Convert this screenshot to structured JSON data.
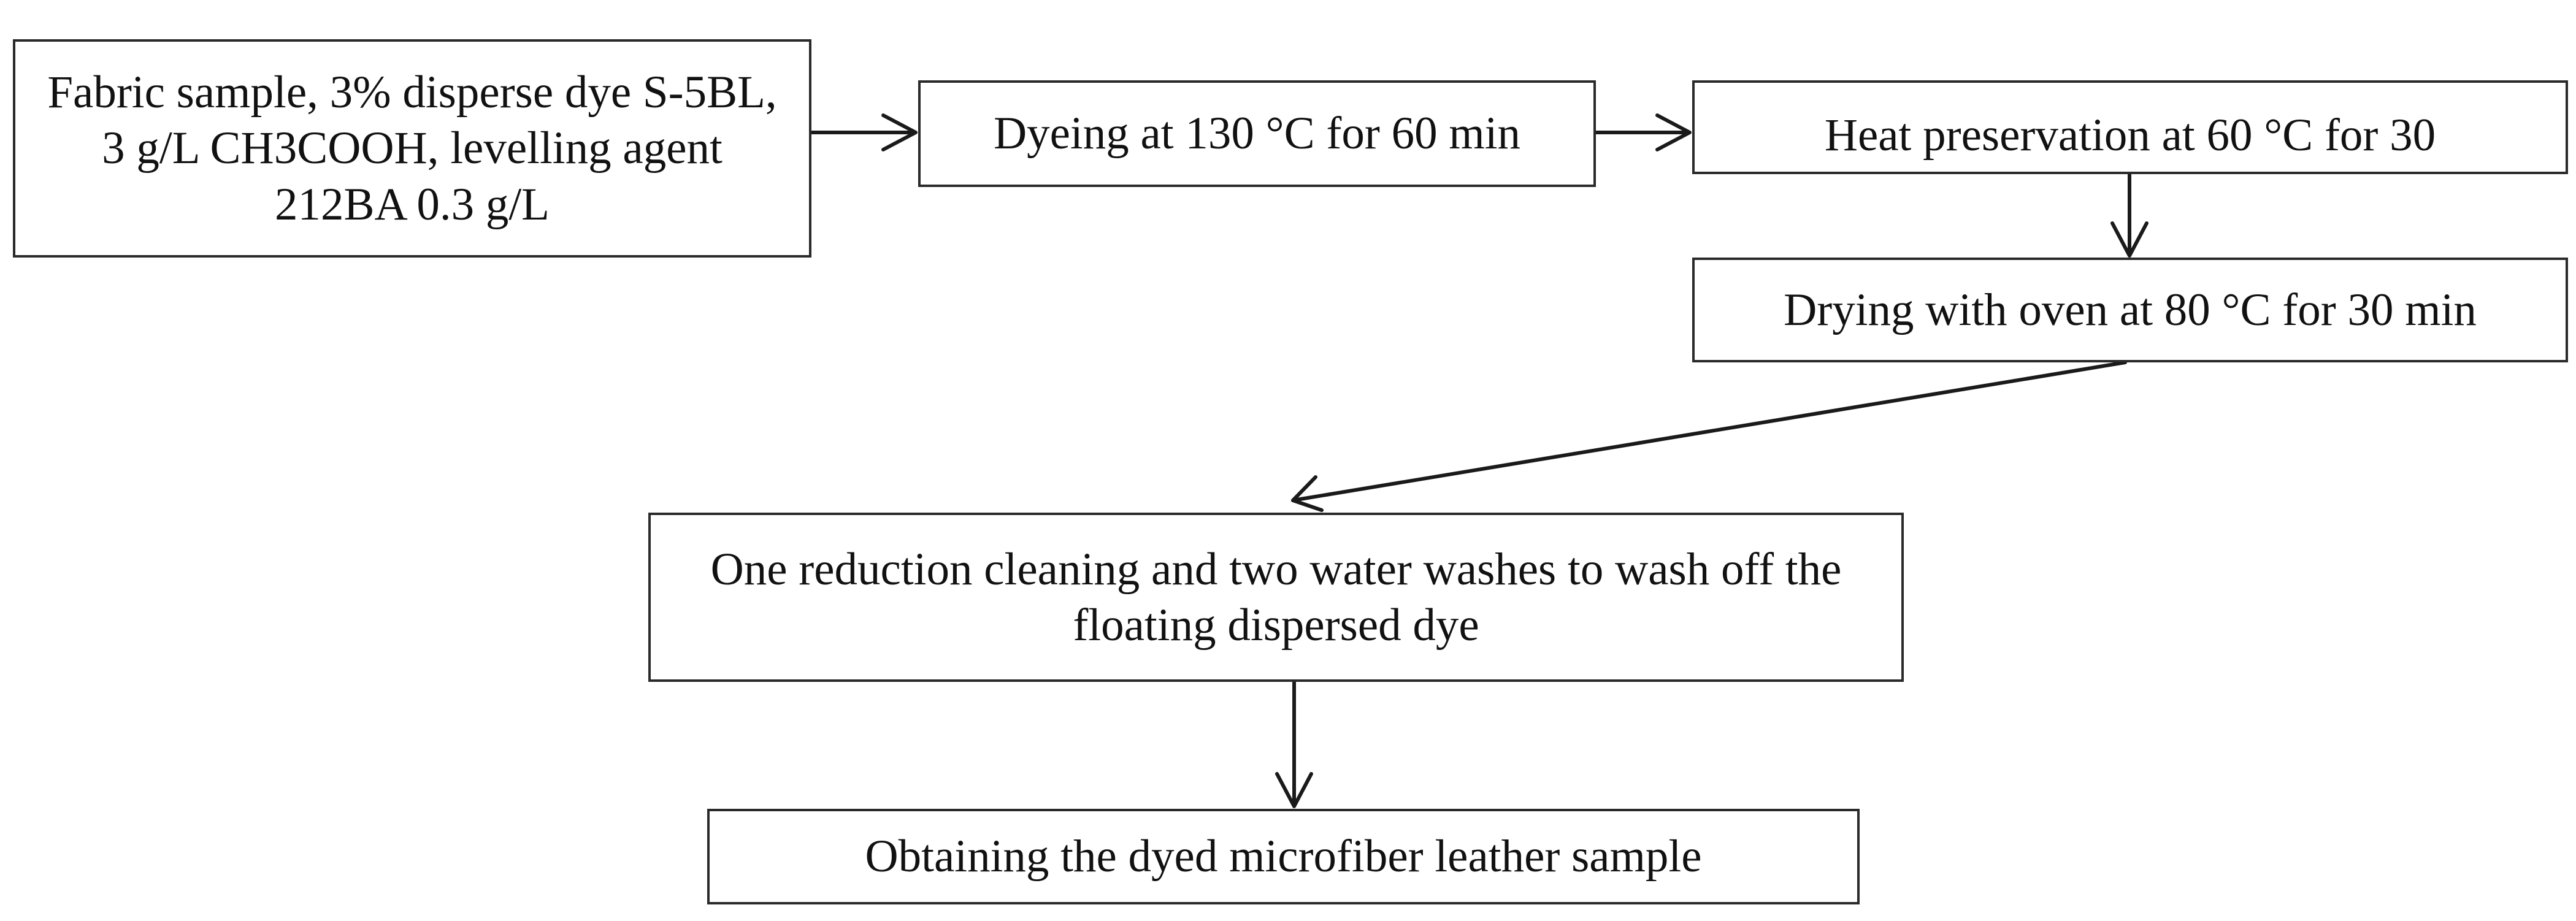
{
  "diagram": {
    "nodes": {
      "input": "Fabric sample, 3% disperse dye S-5BL, 3 g/L CH3COOH, levelling agent 212BA 0.3 g/L",
      "dyeing": "Dyeing at 130 °C for 60 min",
      "heat": "Heat preservation at 60 °C for 30",
      "drying": "Drying with oven at 80 °C for 30 min",
      "cleaning": "One reduction cleaning and two water washes to wash off the floating dispersed dye",
      "obtain": "Obtaining the dyed microfiber leather sample"
    },
    "edges": [
      {
        "from": "input",
        "to": "dyeing"
      },
      {
        "from": "dyeing",
        "to": "heat"
      },
      {
        "from": "heat",
        "to": "drying"
      },
      {
        "from": "drying",
        "to": "cleaning"
      },
      {
        "from": "cleaning",
        "to": "obtain"
      }
    ]
  }
}
